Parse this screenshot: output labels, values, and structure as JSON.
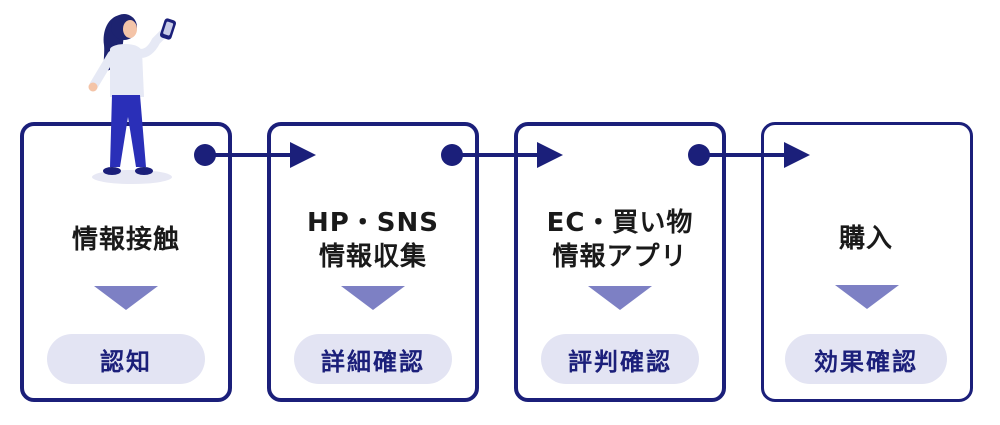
{
  "steps": [
    {
      "label_lines": [
        "情報接触"
      ],
      "result": "認知"
    },
    {
      "label_lines": [
        "HP・SNS",
        "情報収集"
      ],
      "result": "詳細確認"
    },
    {
      "label_lines": [
        "EC・買い物",
        "情報アプリ"
      ],
      "result": "評判確認"
    },
    {
      "label_lines": [
        "購入"
      ],
      "result": "効果確認"
    }
  ],
  "colors": {
    "navy": "#1b1f7a",
    "triangle": "#7d80c4",
    "pill_bg": "#e3e4f3"
  },
  "icons": {
    "person": "person-with-phone-icon",
    "connector": "dot-arrow-connector-icon"
  }
}
